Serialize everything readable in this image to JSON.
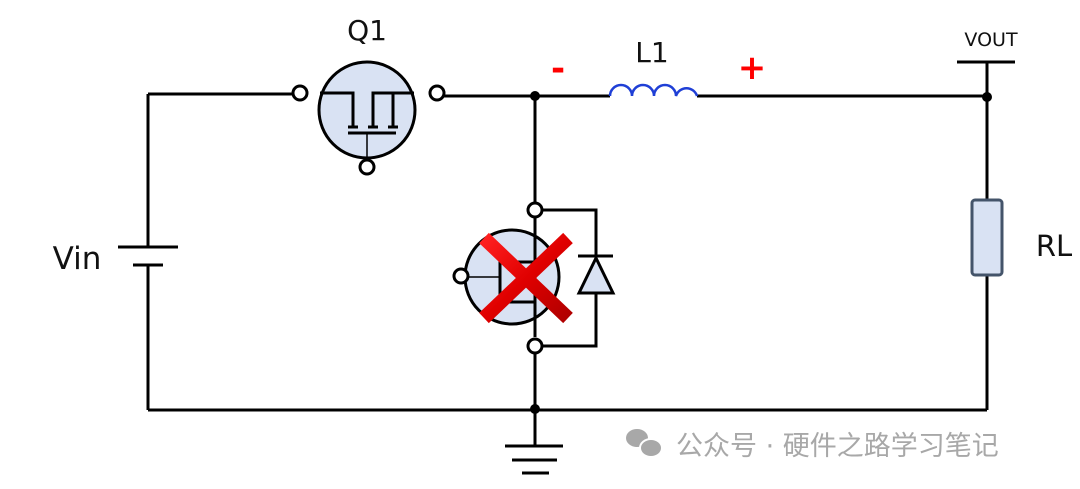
{
  "labels": {
    "q1": "Q1",
    "l1": "L1",
    "minus": "-",
    "plus": "+",
    "vout": "VOUT",
    "vin": "Vin",
    "rl": "RL"
  },
  "watermark": {
    "icon": "wechat-icon",
    "text": "公众号 · 硬件之路学习笔记"
  },
  "colors": {
    "wire": "#000000",
    "component_fill": "#d9e2f3",
    "inductor": "#1f3fd6",
    "polarity": "#ff0000",
    "cross": "#e00000",
    "watermark": "#a8a8a8"
  },
  "annotations": {
    "low_side_mosfet": "crossed-out"
  }
}
